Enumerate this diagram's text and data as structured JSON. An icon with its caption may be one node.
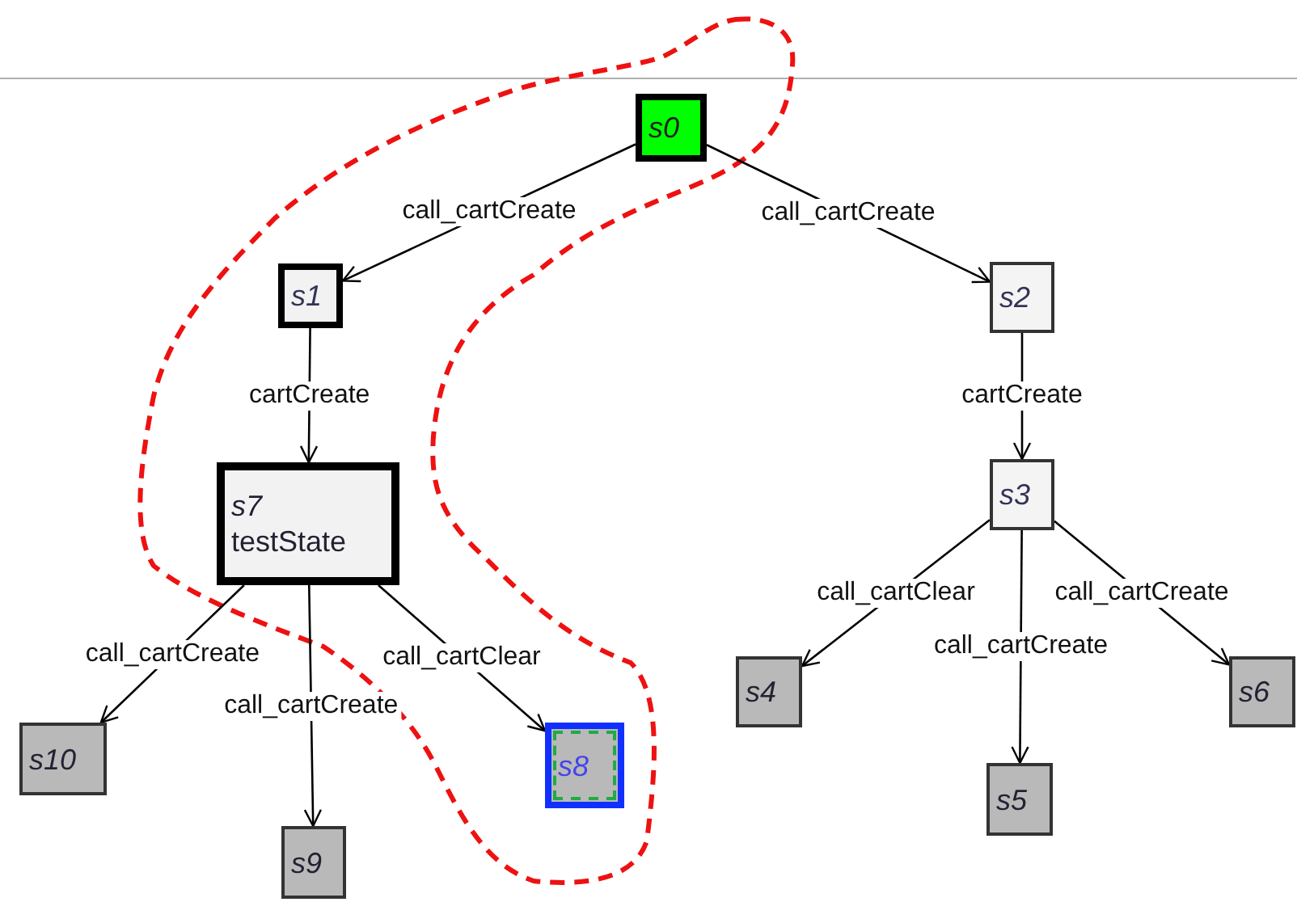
{
  "diagram": {
    "nodes": [
      {
        "text": [
          "s0"
        ]
      },
      {
        "text": [
          "s1"
        ]
      },
      {
        "text": [
          "s2"
        ]
      },
      {
        "text": [
          "s7",
          "testState"
        ]
      },
      {
        "text": [
          "s3"
        ]
      },
      {
        "text": [
          "s10"
        ]
      },
      {
        "text": [
          "s8"
        ]
      },
      {
        "text": [
          "s4"
        ]
      },
      {
        "text": [
          "s6"
        ]
      },
      {
        "text": [
          "s9"
        ]
      },
      {
        "text": [
          "s5"
        ]
      }
    ],
    "edges": [
      {
        "from": 0,
        "to": 1,
        "arrow": "to",
        "label": "call_cartCreate"
      },
      {
        "from": 0,
        "to": 2,
        "arrow": "to",
        "label": "call_cartCreate"
      },
      {
        "from": 1,
        "to": 3,
        "arrow": "to",
        "label": "cartCreate"
      },
      {
        "from": 2,
        "to": 4,
        "arrow": "to",
        "label": "cartCreate"
      },
      {
        "from": 3,
        "to": 5,
        "arrow": "to",
        "label": "call_cartCreate"
      },
      {
        "from": 3,
        "to": 9,
        "arrow": "to",
        "label": "call_cartCreate"
      },
      {
        "from": 3,
        "to": 6,
        "arrow": "to",
        "label": "call_cartClear"
      },
      {
        "from": 4,
        "to": 7,
        "arrow": "to",
        "label": "call_cartClear"
      },
      {
        "from": 4,
        "to": 10,
        "arrow": "to",
        "label": "call_cartCreate"
      },
      {
        "from": 4,
        "to": 8,
        "arrow": "to",
        "label": "call_cartCreate"
      }
    ]
  }
}
